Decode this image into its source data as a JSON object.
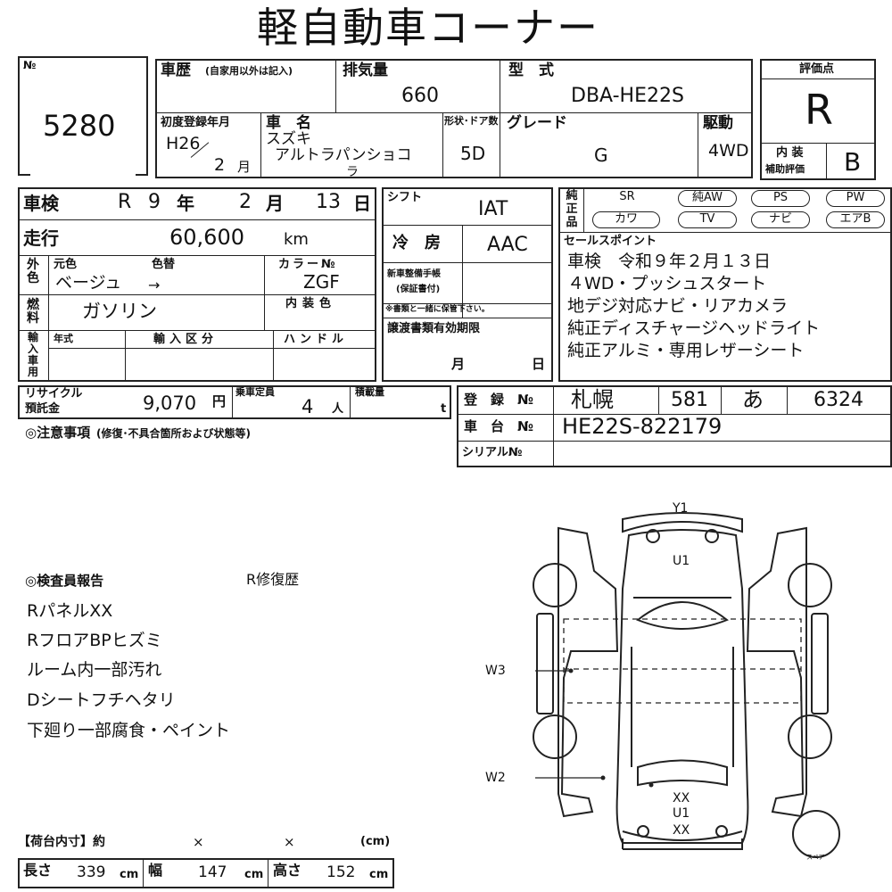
{
  "title": "軽自動車コーナー",
  "lot": {
    "label": "№",
    "number": "5280"
  },
  "history": {
    "label": "車歴",
    "note": "(自家用以外は記入)"
  },
  "displacement": {
    "label": "排気量",
    "value": "660"
  },
  "model_code": {
    "label": "型　式",
    "value": "DBA-HE22S"
  },
  "grade_box": {
    "label": "評価点",
    "score": "R",
    "interior_label": "内 装",
    "interior_sub": "補助評価",
    "interior_score": "B"
  },
  "first_reg": {
    "label": "初度登録年月",
    "era_year": "H26",
    "month": "2",
    "month_unit": "月"
  },
  "car_name": {
    "label": "車　名",
    "maker": "スズキ",
    "name_line1": "アルトラパンショコ",
    "name_line2": "ラ"
  },
  "doors": {
    "label": "形状･ドア数",
    "value": "5D"
  },
  "grade": {
    "label": "グレード",
    "value": "G"
  },
  "drive": {
    "label": "駆動",
    "value": "4WD"
  },
  "inspection": {
    "label": "車検",
    "era": "R",
    "year": "9",
    "year_unit": "年",
    "month": "2",
    "month_unit": "月",
    "day": "13",
    "day_unit": "日"
  },
  "mileage": {
    "label": "走行",
    "value": "60,600",
    "unit": "km"
  },
  "color": {
    "side_label": "外色",
    "orig_label": "元色",
    "change_label": "色替",
    "orig_value": "ベージュ",
    "arrow": "→",
    "code_label": "カラー№",
    "code_value": "ZGF",
    "interior_label": "内装色"
  },
  "fuel": {
    "label": "燃料",
    "value": "ガソリン"
  },
  "import": {
    "side_label": "輸入車用",
    "year_label": "年式",
    "type_label": "輸入区分",
    "handle_label": "ハンドル"
  },
  "shift": {
    "label": "シフト",
    "value": "IAT"
  },
  "aircon": {
    "label": "冷　房",
    "value": "AAC"
  },
  "warranty": {
    "label1": "新車整備手帳",
    "label2": "(保証書付)",
    "note": "※書類と一緒に保管下さい。"
  },
  "transfer": {
    "label": "譲渡書類有効期限",
    "month_unit": "月",
    "day_unit": "日"
  },
  "equipment": {
    "label": "純正品",
    "items": [
      "SR",
      "純AW",
      "PS",
      "PW",
      "カワ",
      "TV",
      "ナビ",
      "エアB"
    ]
  },
  "sales_points": {
    "label": "セールスポイント",
    "lines": [
      "車検　令和９年２月１３日",
      "４WD・プッシュスタート",
      "地デジ対応ナビ・リアカメラ",
      "純正ディスチャージヘッドライト",
      "純正アルミ・専用レザーシート"
    ]
  },
  "recycle": {
    "label1": "リサイクル",
    "label2": "預託金",
    "value": "9,070",
    "unit": "円"
  },
  "capacity": {
    "label": "乗車定員",
    "value": "4",
    "unit": "人"
  },
  "load": {
    "label": "積載量",
    "unit": "t"
  },
  "registration": {
    "label": "登　録　№",
    "region": "札幌",
    "class": "581",
    "kana": "あ",
    "number": "6324"
  },
  "chassis": {
    "label": "車　台　№",
    "value": "HE22S-822179"
  },
  "serial": {
    "label": "シリアル№"
  },
  "caution": {
    "label": "◎注意事項",
    "note": "(修復･不具合箇所および状態等)"
  },
  "report": {
    "title": "◎検査員報告",
    "repair": "R修復歴",
    "lines": [
      "RパネルXX",
      "RフロアBPヒズミ",
      "ルーム内一部汚れ",
      "Dシートフチヘタリ",
      "下廻り一部腐食・ペイント"
    ]
  },
  "diagram": {
    "front": "Y1",
    "front_mark": "U1",
    "side_left": "W3",
    "rear_left": "W2",
    "rear_mark1": "XX",
    "rear_mark2": "U1",
    "rear_mark3": "XX",
    "spare": "スペア"
  },
  "cargo": {
    "title": "【荷台内寸】約",
    "x1": "×",
    "x2": "×",
    "unit_header": "(cm)",
    "length_label": "長さ",
    "length": "339",
    "width_label": "幅",
    "width": "147",
    "height_label": "高さ",
    "height": "152",
    "unit": "cm"
  }
}
